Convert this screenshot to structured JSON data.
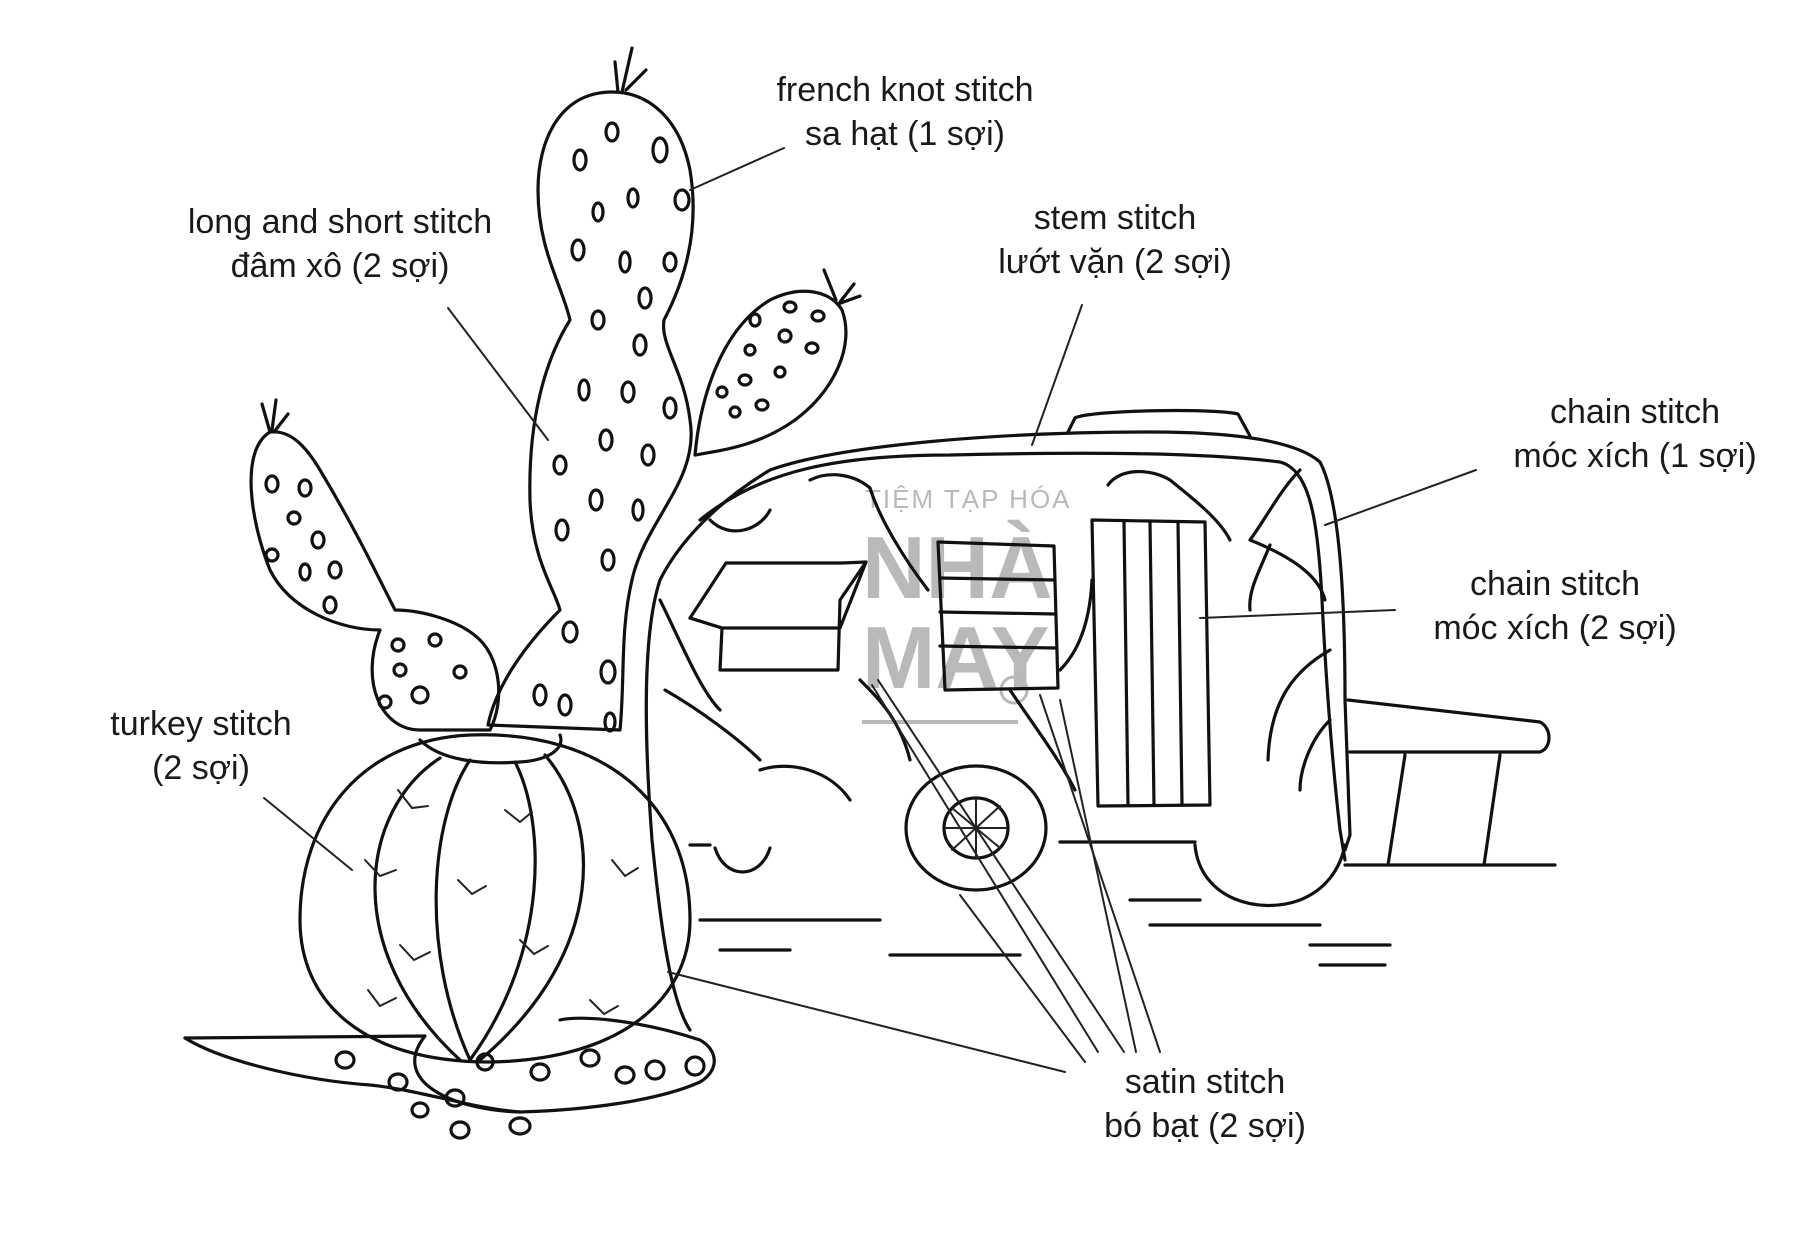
{
  "labels": {
    "french_knot": {
      "line1": "french knot stitch",
      "line2": "sa hạt (1 sợi)"
    },
    "long_short": {
      "line1": "long and short stitch",
      "line2": "đâm xô (2 sợi)"
    },
    "stem": {
      "line1": "stem stitch",
      "line2": "lướt vặn (2 sợi)"
    },
    "chain1": {
      "line1": "chain stitch",
      "line2": "móc xích (1 sợi)"
    },
    "chain2": {
      "line1": "chain stitch",
      "line2": "móc xích (2 sợi)"
    },
    "turkey": {
      "line1": "turkey stitch",
      "line2": "(2 sợi)"
    },
    "satin": {
      "line1": "satin stitch",
      "line2": "bó bạt (2 sợi)"
    }
  },
  "watermark": {
    "line1": "TIỆM TẠP HÓA",
    "line2": "NHÀ",
    "line3": "MAY"
  },
  "colors": {
    "ink": "#111111",
    "watermark": "#b9b9b9",
    "background": "#ffffff"
  }
}
